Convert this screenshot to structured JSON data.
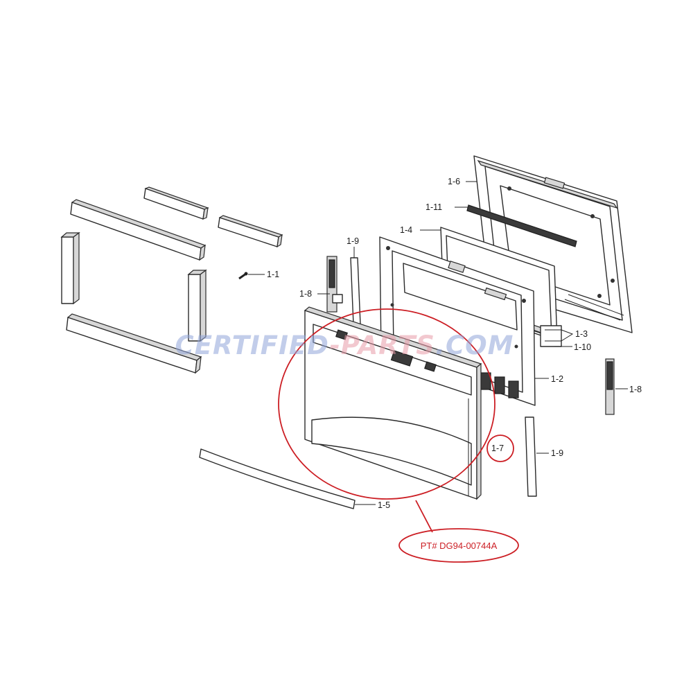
{
  "callouts": {
    "c1_1": "1-1",
    "c1_2": "1-2",
    "c1_3": "1-3",
    "c1_4": "1-4",
    "c1_5": "1-5",
    "c1_6": "1-6",
    "c1_7": "1-7",
    "c1_8_left": "1-8",
    "c1_8_right": "1-8",
    "c1_9_top": "1-9",
    "c1_9_right": "1-9",
    "c1_10": "1-10",
    "c1_11": "1-11"
  },
  "part_number_label": "PT# DG94-00744A",
  "watermark": {
    "part_a": "CERTIFIED",
    "part_b": "-PARTS",
    "part_c": ".COM"
  },
  "colors": {
    "highlight": "#cc1e24",
    "watermark_blue": "#8fa4d8",
    "watermark_pink": "#e89aa8"
  }
}
